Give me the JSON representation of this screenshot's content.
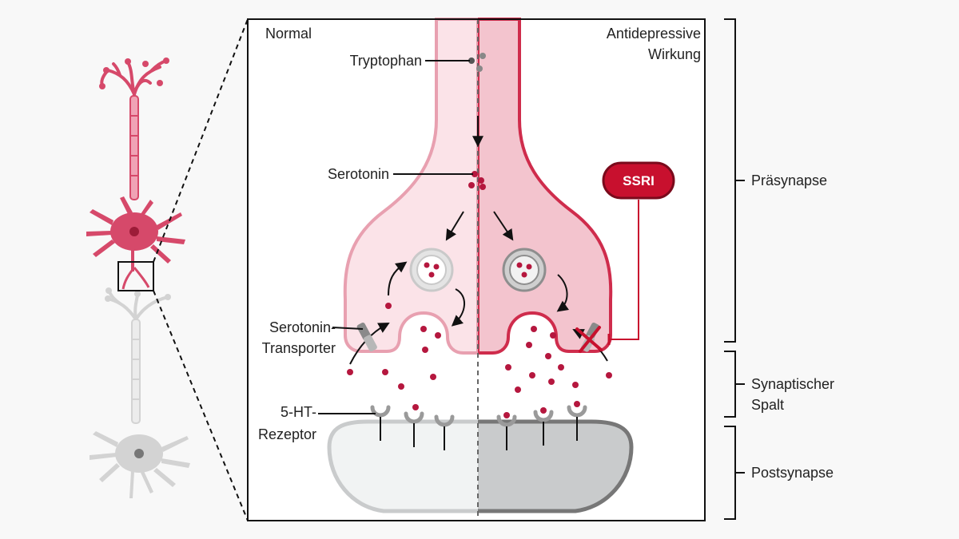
{
  "panel": {
    "left_title": "Normal",
    "right_title_line1": "Antidepressive",
    "right_title_line2": "Wirkung"
  },
  "labels": {
    "tryptophan": "Tryptophan",
    "serotonin": "Serotonin",
    "transporter_line1": "Serotonin-",
    "transporter_line2": "Transporter",
    "receptor_line1": "5-HT-",
    "receptor_line2": "Rezeptor",
    "ssri": "SSRI"
  },
  "regions": {
    "presynapse": "Präsynapse",
    "cleft_line1": "Synaptischer",
    "cleft_line2": "Spalt",
    "postsynapse": "Postsynapse"
  },
  "icons": [
    "neuron-icon",
    "vesicle-icon",
    "transporter-icon",
    "receptor-icon",
    "block-x-icon"
  ],
  "colors": {
    "neuron_red": "#cf3b55",
    "neuron_gray": "#d3d3d3",
    "serotonin_dot": "#b5173e",
    "ssri_fill": "#c8102e",
    "left_terminal": "#fbe3e8",
    "right_terminal": "#f3c4ce",
    "left_post": "#f1f3f3",
    "right_post": "#c9cbcc"
  }
}
